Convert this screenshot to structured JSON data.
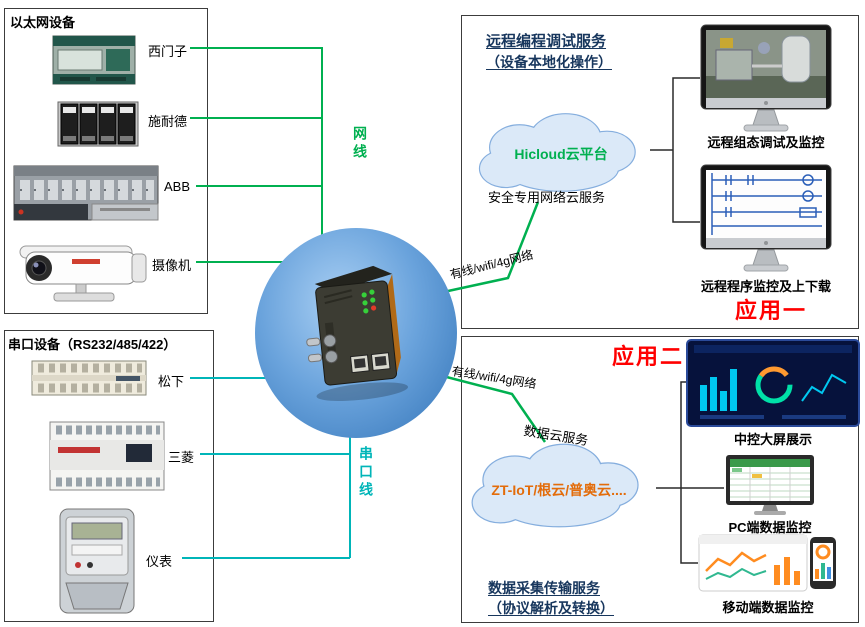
{
  "ethernet_box": {
    "title": "以太网设备",
    "devices": [
      {
        "label": "西门子"
      },
      {
        "label": "施耐德"
      },
      {
        "label": "ABB"
      },
      {
        "label": "摄像机"
      }
    ]
  },
  "serial_box": {
    "title": "串口设备（RS232/485/422）",
    "devices": [
      {
        "label": "松下"
      },
      {
        "label": "三菱"
      },
      {
        "label": "仪表"
      }
    ]
  },
  "cables": {
    "ethernet": "网线",
    "serial": "串口线"
  },
  "app1": {
    "badge": "应用一",
    "service_title": "远程编程调试服务",
    "service_subtitle": "（设备本地化操作）",
    "cloud": "Hicloud云平台",
    "cloud_caption": "安全专用网络云服务",
    "link": "有线/wifi/4g网络",
    "outputs": [
      {
        "label": "远程组态调试及监控"
      },
      {
        "label": "远程程序监控及上下载"
      }
    ]
  },
  "app2": {
    "badge": "应用二",
    "link": "有线/wifi/4g网络",
    "cloud_caption": "数据云服务",
    "cloud": "ZT-IoT/根云/普奥云....",
    "service_title": "数据采集传输服务",
    "service_subtitle": "（协议解析及转换）",
    "outputs": [
      {
        "label": "中控大屏展示"
      },
      {
        "label": "PC端数据监控"
      },
      {
        "label": "移动端数据监控"
      }
    ]
  },
  "colors": {
    "ethernet_line": "#00B050",
    "serial_line": "#00B5B8",
    "service_title_blue": "#17365D",
    "badge_red": "#FF0000",
    "cloud_fill": "#DBE9F8",
    "cloud_stroke": "#85AEDE",
    "hicloud_text": "#00B050",
    "iot_cloud_text": "#E36C0A"
  }
}
